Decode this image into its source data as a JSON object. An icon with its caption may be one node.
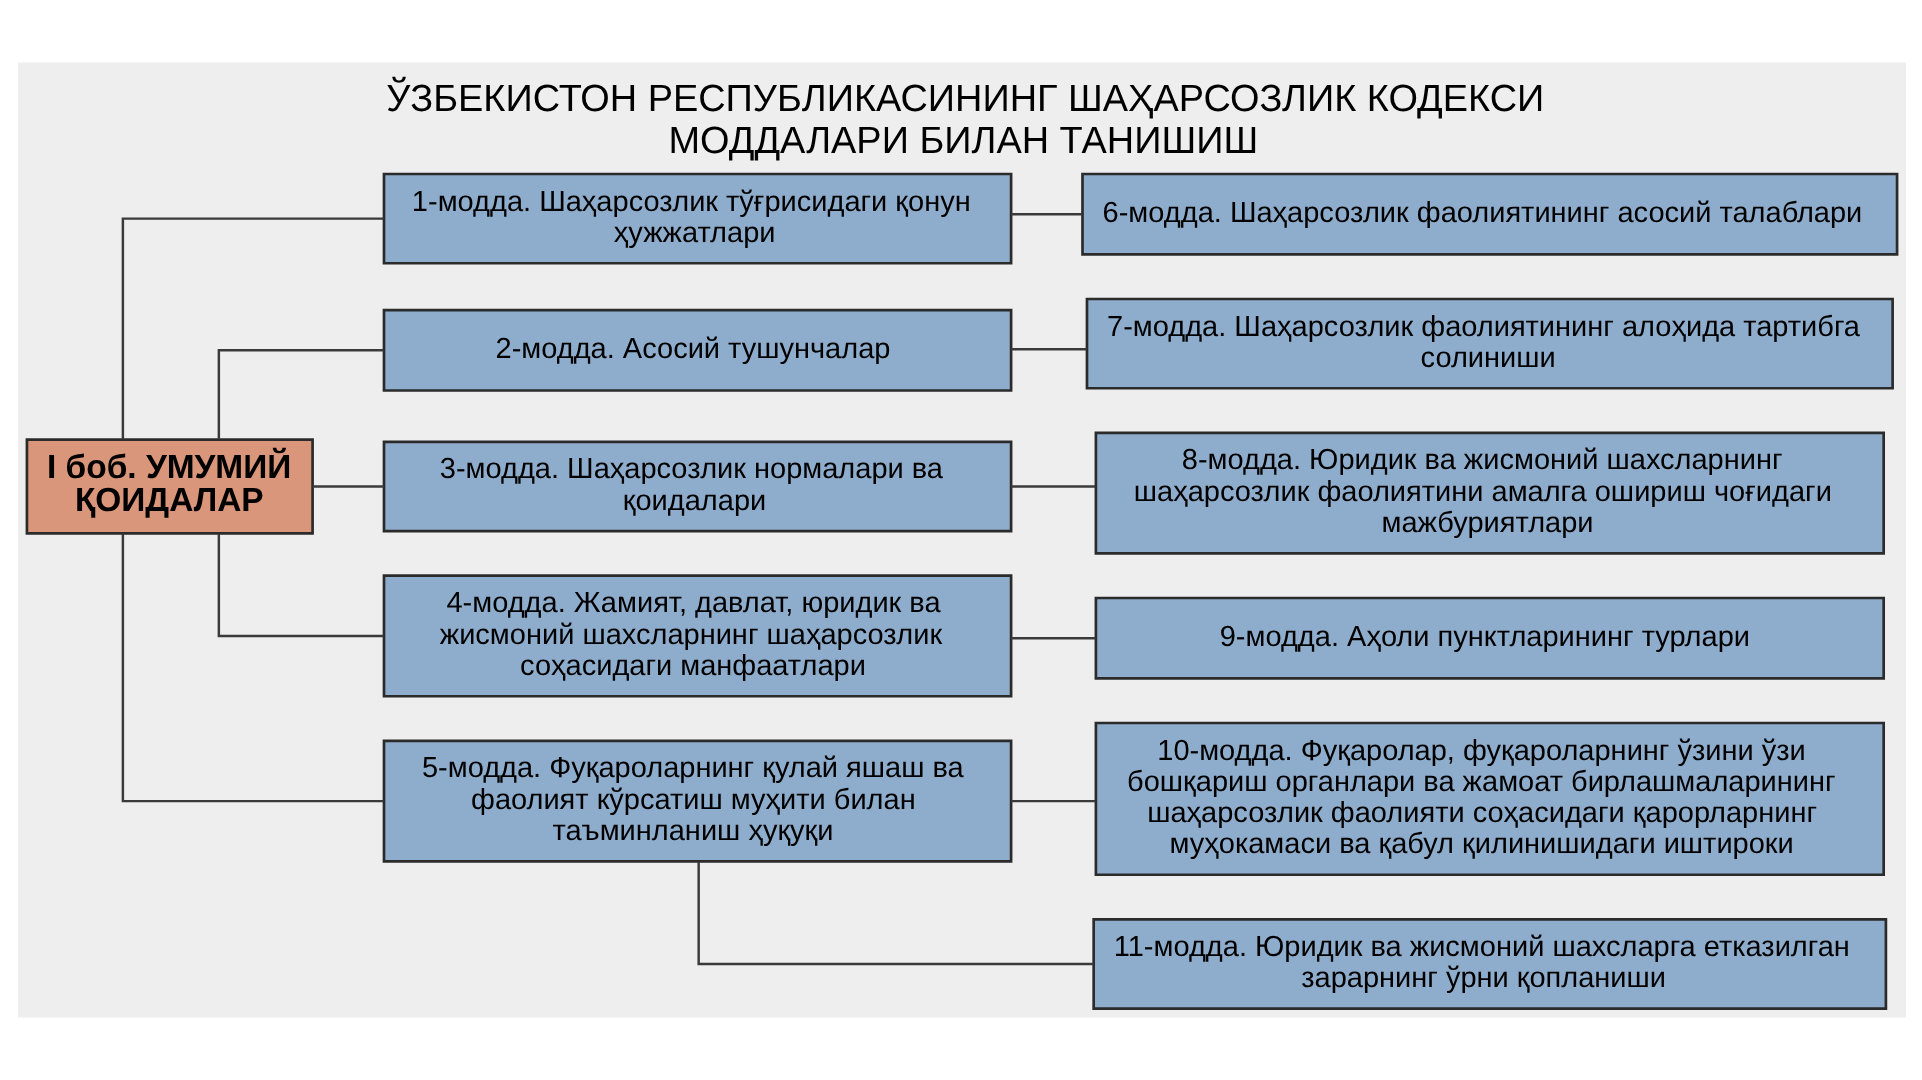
{
  "diagram": {
    "title": "ЎЗБЕКИСТОН РЕСПУБЛИКАСИНИНГ ШАҲАРСОЗЛИК КОДЕКСИ МОДДАЛАРИ БИЛАН ТАНИШИШ",
    "nodes": [
      {
        "text": [
          "I боб. УМУМИЙ ҚОИДАЛАР"
        ]
      },
      {
        "text": [
          "1-модда. Шаҳарсозлик тўғрисидаги қонун ҳужжатлари"
        ]
      },
      {
        "text": [
          "2-модда. Асосий тушунчалар"
        ]
      },
      {
        "text": [
          "3-модда. Шаҳарсозлик нормалари ва қоидалари"
        ]
      },
      {
        "text": [
          "4-модда. Жамият, давлат, юридик ва жисмоний шахсларнинг шаҳарсозлик соҳасидаги манфаатлари"
        ]
      },
      {
        "text": [
          "5-модда. Фуқароларнинг қулай яшаш ва фаолият кўрсатиш муҳити билан таъминланиш ҳуқуқи"
        ]
      },
      {
        "text": [
          "6-модда. Шаҳарсозлик фаолиятининг асосий талаблари"
        ]
      },
      {
        "text": [
          "7-модда. Шаҳарсозлик фаолиятининг алоҳида тартибга солиниши"
        ]
      },
      {
        "text": [
          "8-модда. Юридик ва жисмоний шахсларнинг шаҳарсозлик фаолиятини амалга ошириш чоғидаги мажбуриятлари"
        ]
      },
      {
        "text": [
          "9-модда. Аҳоли пунктларининг турлари"
        ]
      },
      {
        "text": [
          "10-модда. Фуқаролар, фуқароларнинг ўзини ўзи бошқариш органлари ва жамоат бирлашмаларининг шаҳарсозлик фаолияти соҳасидаги қарорларнинг муҳокамаси ва қабул қилинишидаги иштироки"
        ]
      },
      {
        "text": [
          "11-модда. Юридик ва жисмоний шахсларга етказилган зарарнинг ўрни қопланиши"
        ]
      }
    ],
    "edges": [
      {
        "from": 0,
        "to": 1,
        "arrow": "none"
      },
      {
        "from": 0,
        "to": 2,
        "arrow": "none"
      },
      {
        "from": 0,
        "to": 3,
        "arrow": "none"
      },
      {
        "from": 0,
        "to": 4,
        "arrow": "none"
      },
      {
        "from": 0,
        "to": 5,
        "arrow": "none"
      },
      {
        "from": 1,
        "to": 6,
        "arrow": "none"
      },
      {
        "from": 2,
        "to": 7,
        "arrow": "none"
      },
      {
        "from": 3,
        "to": 8,
        "arrow": "none"
      },
      {
        "from": 4,
        "to": 9,
        "arrow": "none"
      },
      {
        "from": 5,
        "to": 10,
        "arrow": "none"
      },
      {
        "from": 5,
        "to": 11,
        "arrow": "none"
      }
    ]
  }
}
